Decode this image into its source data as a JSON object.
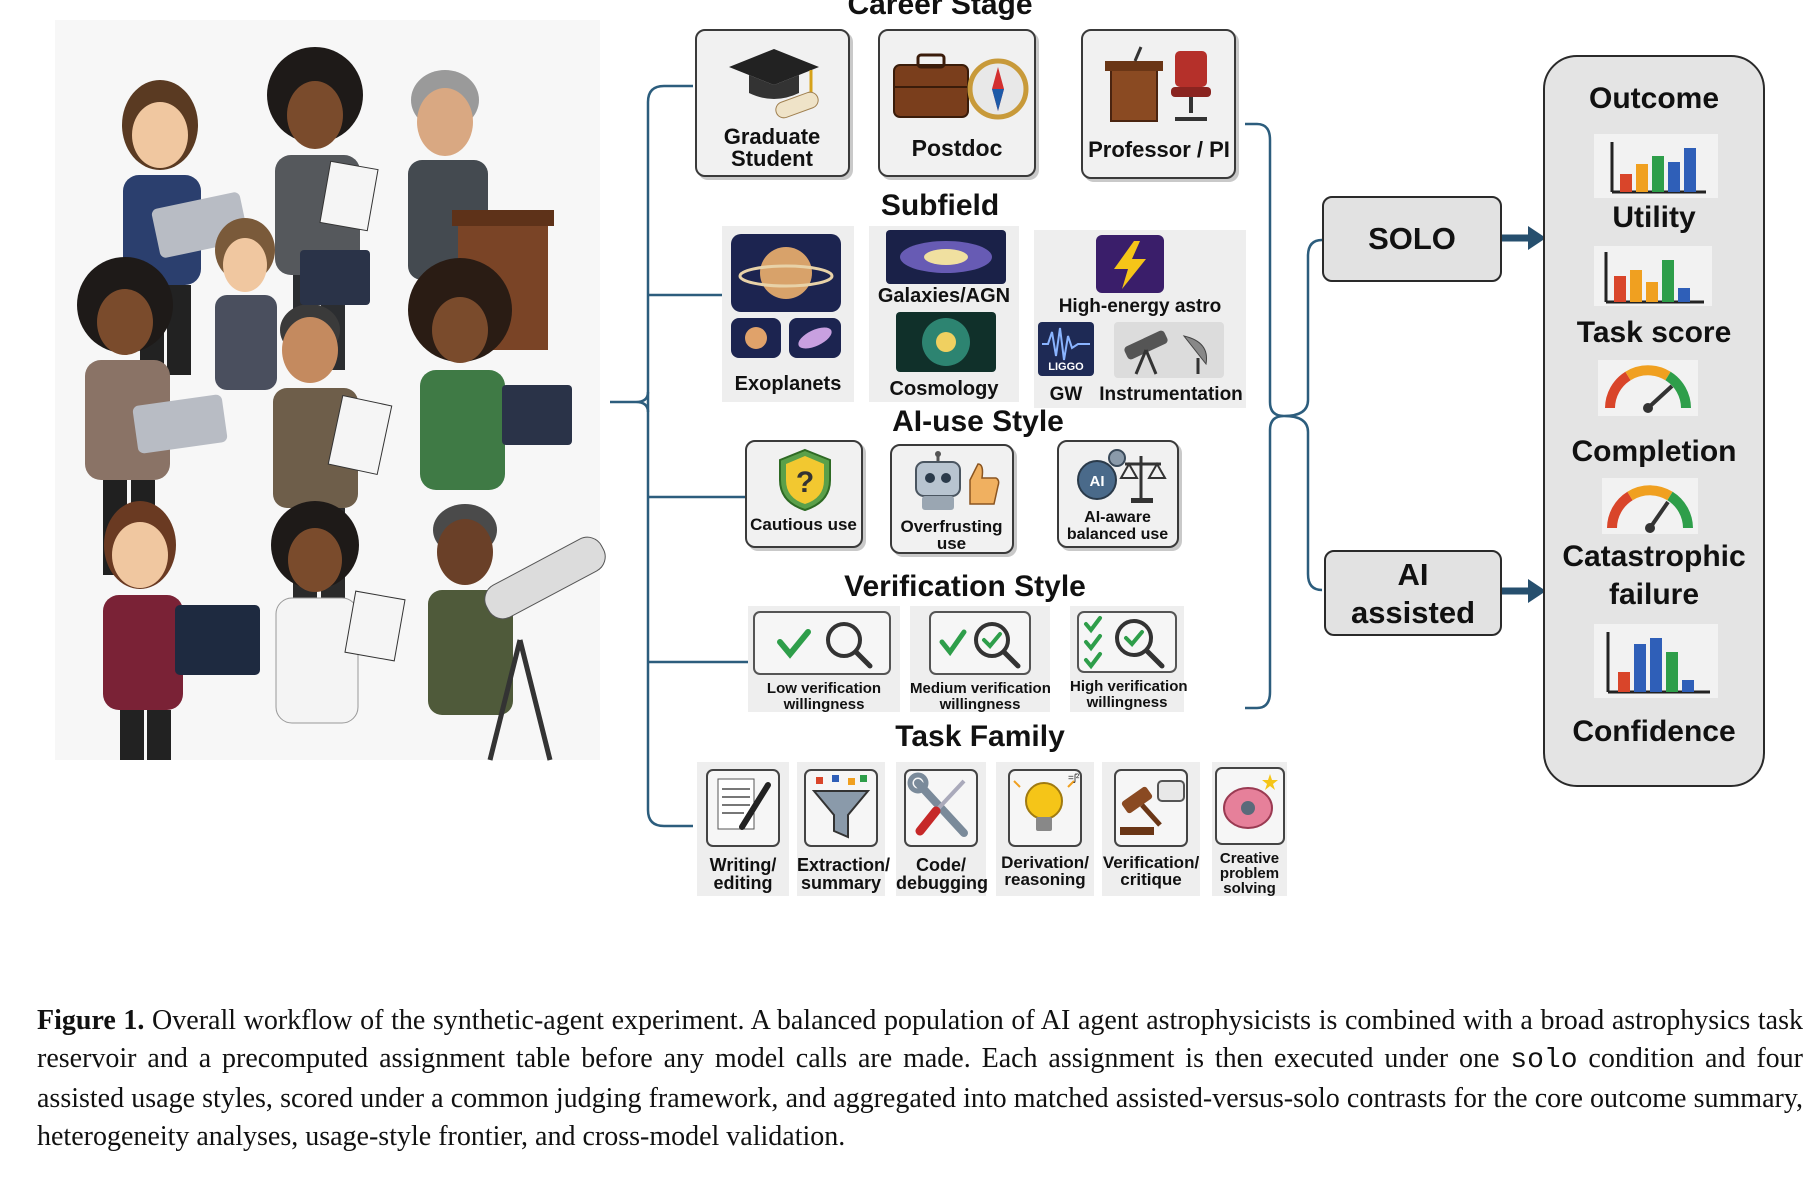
{
  "figure": {
    "sections": {
      "career_stage": {
        "title": "Career Stage",
        "items": [
          "Graduate Student",
          "Postdoc",
          "Professor / PI"
        ]
      },
      "subfield": {
        "title": "Subfield",
        "items": [
          "Exoplanets",
          "Galaxies/AGN",
          "Cosmology",
          "High-energy astro",
          "GW",
          "Instrumentation"
        ],
        "badge": "LIGGO"
      },
      "ai_use_style": {
        "title": "AI-use Style",
        "items": [
          {
            "line1": "Cautious use",
            "line2": ""
          },
          {
            "line1": "Overfrusting",
            "line2": "use"
          },
          {
            "line1": "AI-aware",
            "line2": "balanced use"
          }
        ],
        "badge": "AI"
      },
      "verification_style": {
        "title": "Verification Style",
        "items": [
          {
            "line1": "Low verification",
            "line2": "willingness"
          },
          {
            "line1": "Medium verification",
            "line2": "willingness"
          },
          {
            "line1": "High verification",
            "line2": "willingness"
          }
        ]
      },
      "task_family": {
        "title": "Task Family",
        "items": [
          {
            "line1": "Writing/",
            "line2": "editing",
            "line3": ""
          },
          {
            "line1": "Extraction/",
            "line2": "summary",
            "line3": ""
          },
          {
            "line1": "Code/",
            "line2": "debugging",
            "line3": ""
          },
          {
            "line1": "Derivation/",
            "line2": "reasoning",
            "line3": ""
          },
          {
            "line1": "Verification/",
            "line2": "critique",
            "line3": ""
          },
          {
            "line1": "Creative",
            "line2": "problem",
            "line3": "solving"
          }
        ]
      }
    },
    "modes": {
      "solo": "SOLO",
      "ai_line1": "AI",
      "ai_line2": "assisted"
    },
    "outcomes": {
      "header": "Outcome",
      "items": [
        "Utility",
        "Task score",
        "Completion",
        "Catastrophic",
        "failure",
        "Confidence"
      ]
    },
    "colors": {
      "bracket": "#2c5d7d",
      "arrow": "#264f6e",
      "bar_red": "#d9452a",
      "bar_orange": "#f0a020",
      "bar_green": "#2e9e4a",
      "bar_blue": "#2f5fb8"
    }
  },
  "caption": {
    "label": "Figure 1.",
    "part1": " Overall workflow of the synthetic-agent experiment. A balanced population of AI agent astrophysicists is combined with a broad astrophysics task reservoir and a precomputed assignment table before any model calls are made. Each assignment is then executed under one ",
    "code": "solo",
    "part2": " condition and four assisted usage styles, scored under a common judging framework, and aggregated into matched assisted-versus-solo contrasts for the core outcome summary, heterogeneity analyses, usage-style frontier, and cross-model validation."
  }
}
